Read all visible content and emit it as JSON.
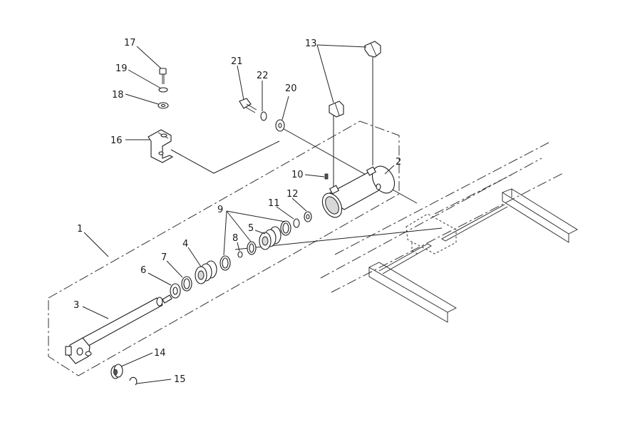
{
  "callouts": [
    {
      "id": "17",
      "text": "17"
    },
    {
      "id": "19",
      "text": "19"
    },
    {
      "id": "18",
      "text": "18"
    },
    {
      "id": "16",
      "text": "16"
    },
    {
      "id": "21",
      "text": "21"
    },
    {
      "id": "22",
      "text": "22"
    },
    {
      "id": "20",
      "text": "20"
    },
    {
      "id": "13",
      "text": "13"
    },
    {
      "id": "2",
      "text": "2"
    },
    {
      "id": "10",
      "text": "10"
    },
    {
      "id": "12",
      "text": "12"
    },
    {
      "id": "11",
      "text": "11"
    },
    {
      "id": "9",
      "text": "9"
    },
    {
      "id": "5",
      "text": "5"
    },
    {
      "id": "8",
      "text": "8"
    },
    {
      "id": "4",
      "text": "4"
    },
    {
      "id": "7",
      "text": "7"
    },
    {
      "id": "6",
      "text": "6"
    },
    {
      "id": "1",
      "text": "1"
    },
    {
      "id": "3",
      "text": "3"
    },
    {
      "id": "14",
      "text": "14"
    },
    {
      "id": "15",
      "text": "15"
    }
  ]
}
